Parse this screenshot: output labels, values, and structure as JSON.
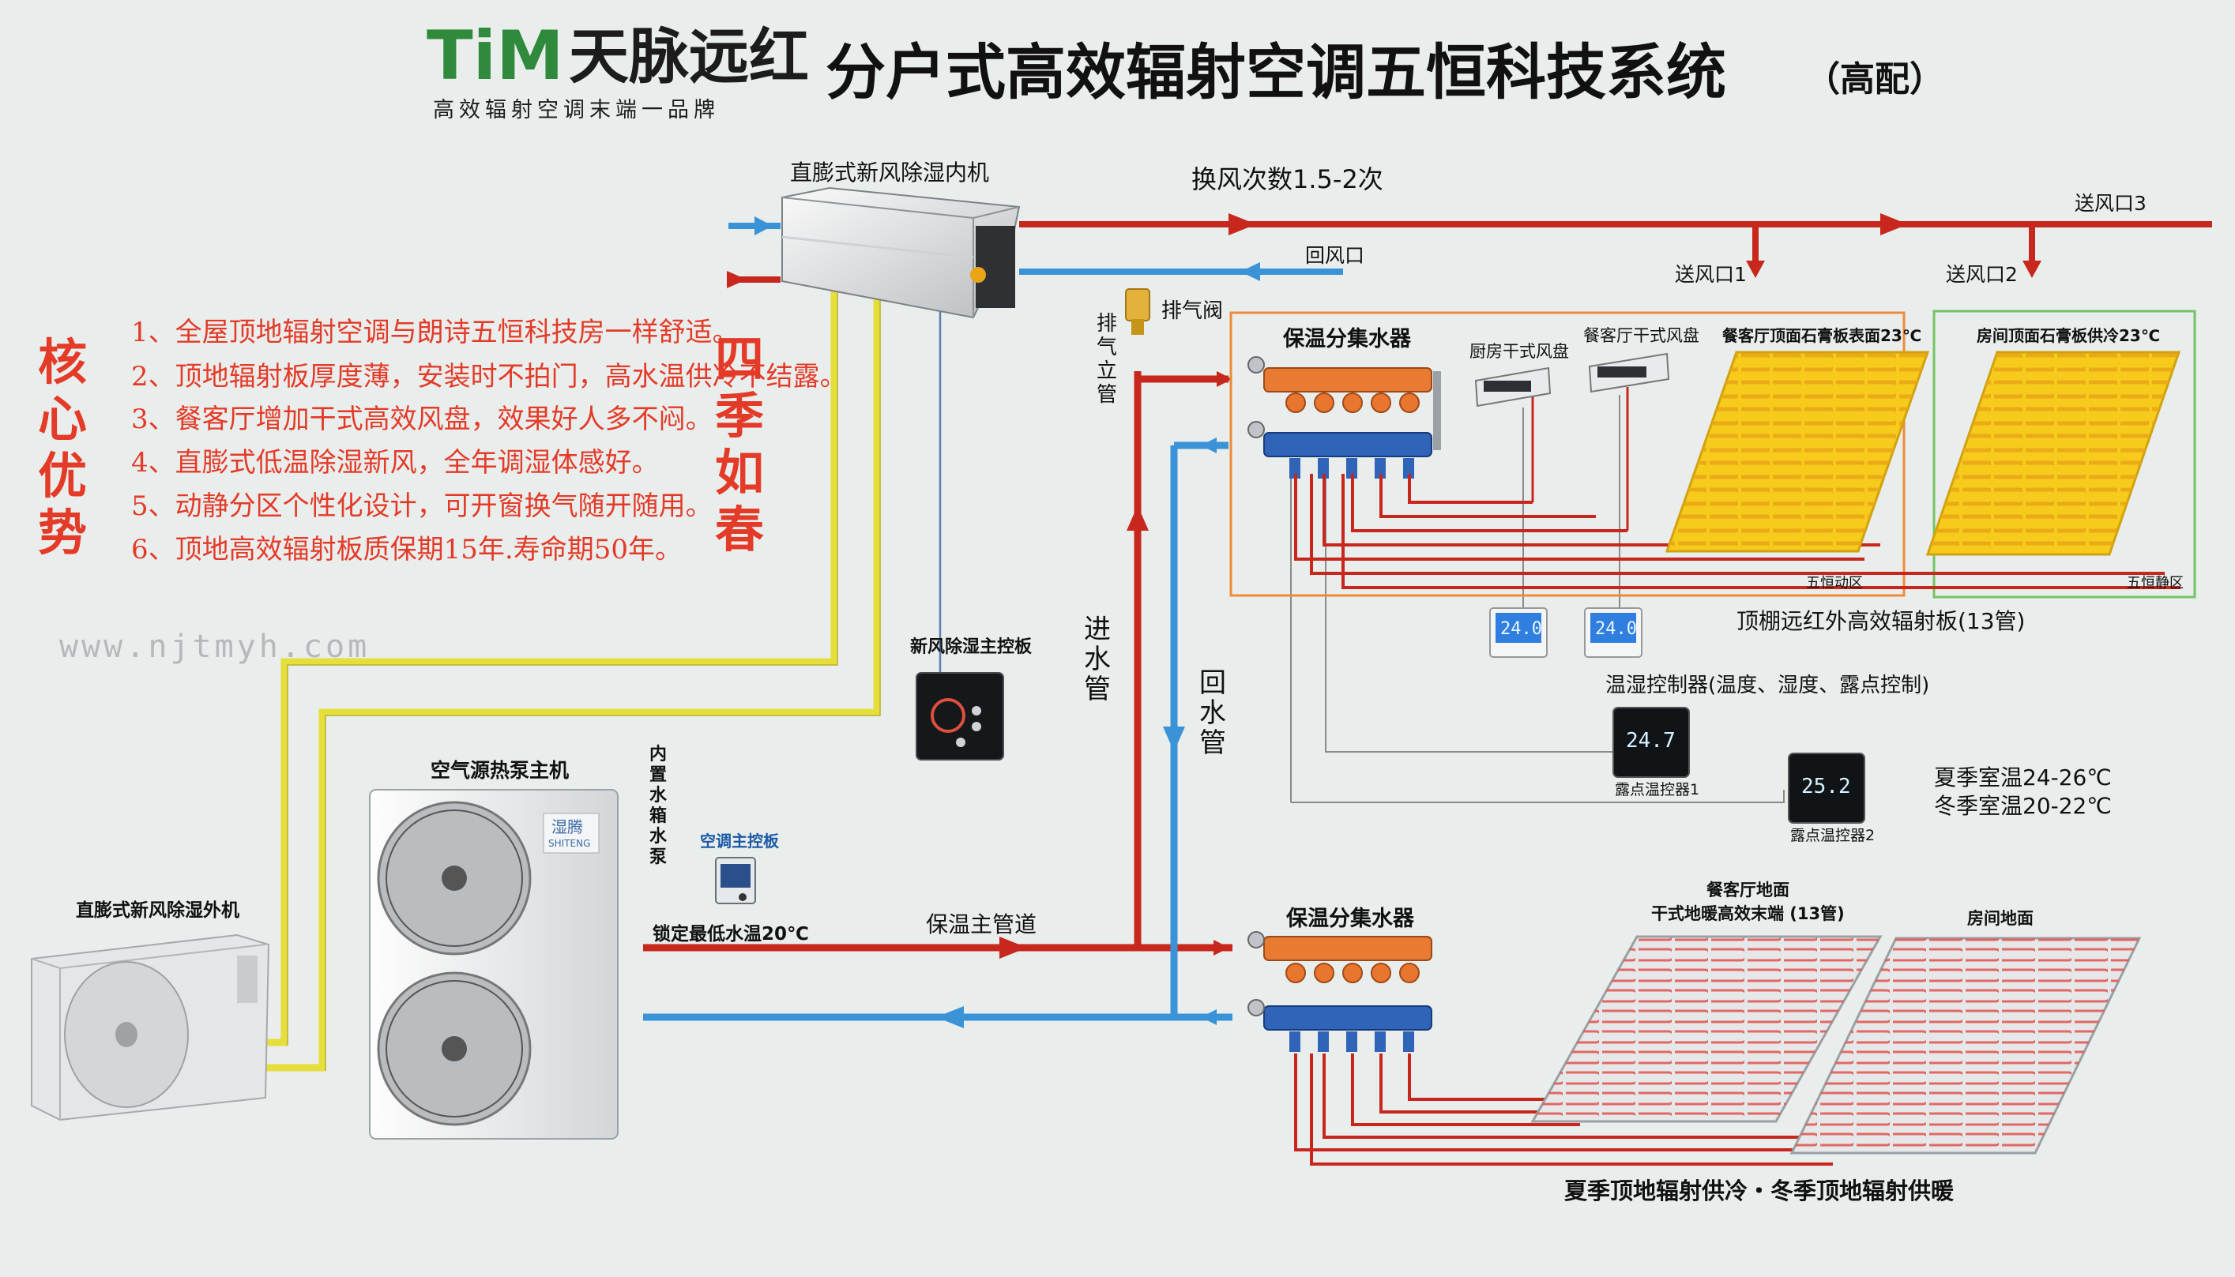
{
  "brand": {
    "logo_mark": "TiM",
    "name": "天脉远红",
    "tagline": "高效辐射空调末端一品牌"
  },
  "title": "分户式高效辐射空调五恒科技系统",
  "title_suffix": "（高配）",
  "website": "www.njtmyh.com",
  "advantages": {
    "heading": [
      "核",
      "心",
      "优",
      "势"
    ],
    "items": [
      "1、全屋顶地辐射空调与朗诗五恒科技房一样舒适。",
      "2、顶地辐射板厚度薄，安装时不拍门，高水温供冷不结露。",
      "3、餐客厅增加干式高效风盘，效果好人多不闷。",
      "4、直膨式低温除湿新风，全年调湿体感好。",
      "5、动静分区个性化设计，可开窗换气随开随用。",
      "6、顶地高效辐射板质保期15年.寿命期50年。"
    ]
  },
  "seasons_heading": [
    "四",
    "季",
    "如",
    "春"
  ],
  "labels": {
    "fresh_air_indoor": "直膨式新风除湿内机",
    "air_change": "换风次数1.5-2次",
    "return_air": "回风口",
    "supply_1": "送风口1",
    "supply_2": "送风口2",
    "supply_3": "送风口3",
    "exhaust_valve": "排气阀",
    "exhaust_riser": [
      "排",
      "气",
      "立",
      "管"
    ],
    "manifold_top": "保温分集水器",
    "manifold_bottom": "保温分集水器",
    "kitchen_fcu": "厨房干式风盘",
    "living_fcu": "餐客厅干式风盘",
    "ceiling_dynamic_panel": "餐客厅顶面石膏板表面23℃",
    "ceiling_static_panel": "房间顶面石膏板供冷23℃",
    "zone_dynamic": "五恒动区",
    "zone_static": "五恒静区",
    "ceiling_panel_caption": "顶棚远红外高效辐射板(13管)",
    "thermo_controller": "温湿控制器(温度、湿度、露点控制)",
    "dew_1": "露点温控器1",
    "dew_2": "露点温控器2",
    "summer_temp": "夏季室温24-26℃",
    "winter_temp": "冬季室温20-22℃",
    "fresh_air_panel": "新风除湿主控板",
    "inlet_pipe": [
      "进",
      "水",
      "管"
    ],
    "return_pipe": [
      "回",
      "水",
      "管"
    ],
    "heat_pump": "空气源热泵主机",
    "built_in_tank": [
      "内",
      "置",
      "水",
      "箱",
      "水",
      "泵"
    ],
    "ac_panel": "空调主控板",
    "fresh_air_outdoor": "直膨式新风除湿外机",
    "lock_temp": "锁定最低水温20℃",
    "main_pipe": "保温主管道",
    "floor_living": "餐客厅地面",
    "floor_living_sub": "干式地暖高效末端 (13管)",
    "floor_room": "房间地面",
    "floor_caption": "夏季顶地辐射供冷・冬季顶地辐射供暖",
    "heat_pump_brand": "湿腾",
    "heat_pump_brand_en": "SHITENG"
  },
  "displays": {
    "fcu_thermostat_1": "24.0",
    "fcu_thermostat_2": "24.0",
    "dew_display_1": "24.7",
    "dew_display_2": "25.2"
  },
  "colors": {
    "background": "#e9edec",
    "supply_red": "#c7271c",
    "return_blue": "#3a93d6",
    "signal_yellow": "#e6de3a",
    "accent_red": "#e43b28",
    "zone_dynamic_border": "#ee8a3a",
    "zone_static_border": "#74c465",
    "panel_yellow": "#f7cb1c"
  }
}
